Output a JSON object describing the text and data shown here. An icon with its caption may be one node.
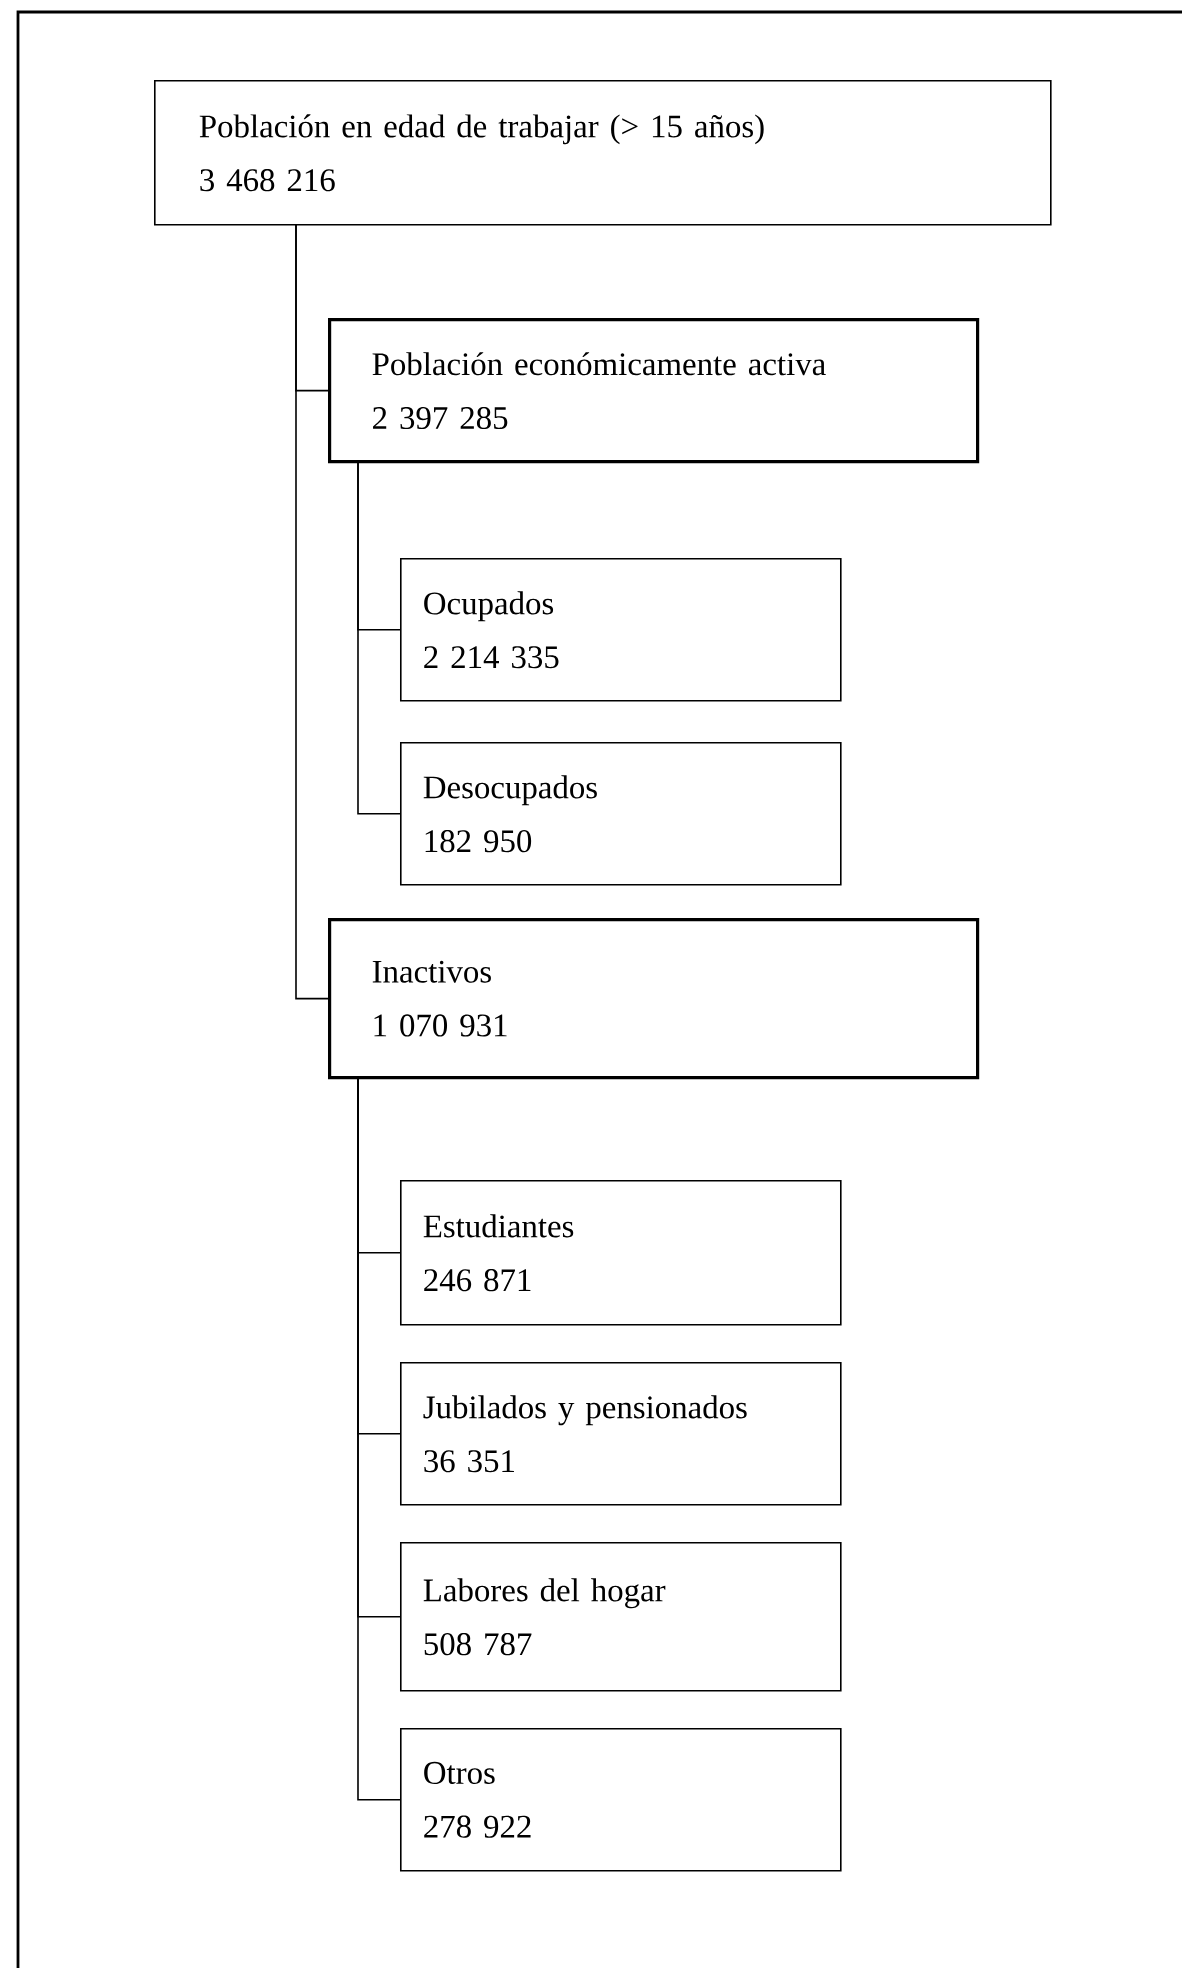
{
  "diagram": {
    "nodes": [
      {
        "text": [
          "Población en edad de trabajar (> 15 años)",
          "3 468 216"
        ]
      },
      {
        "text": [
          "Población económicamente activa",
          "2 397 285"
        ]
      },
      {
        "text": [
          "Ocupados",
          "2 214 335"
        ]
      },
      {
        "text": [
          "Desocupados",
          "182 950"
        ]
      },
      {
        "text": [
          "Inactivos",
          "1 070 931"
        ]
      },
      {
        "text": [
          "Estudiantes",
          "246 871"
        ]
      },
      {
        "text": [
          "Jubilados y pensionados",
          "36 351"
        ]
      },
      {
        "text": [
          "Labores del hogar",
          "508 787"
        ]
      },
      {
        "text": [
          "Otros",
          "278 922"
        ]
      }
    ],
    "edges": [
      {
        "from": 0,
        "to": 1,
        "arrow": "none"
      },
      {
        "from": 0,
        "to": 4,
        "arrow": "none"
      },
      {
        "from": 1,
        "to": 2,
        "arrow": "none"
      },
      {
        "from": 1,
        "to": 3,
        "arrow": "none"
      },
      {
        "from": 4,
        "to": 5,
        "arrow": "none"
      },
      {
        "from": 4,
        "to": 6,
        "arrow": "none"
      },
      {
        "from": 4,
        "to": 7,
        "arrow": "none"
      },
      {
        "from": 4,
        "to": 8,
        "arrow": "none"
      }
    ]
  }
}
